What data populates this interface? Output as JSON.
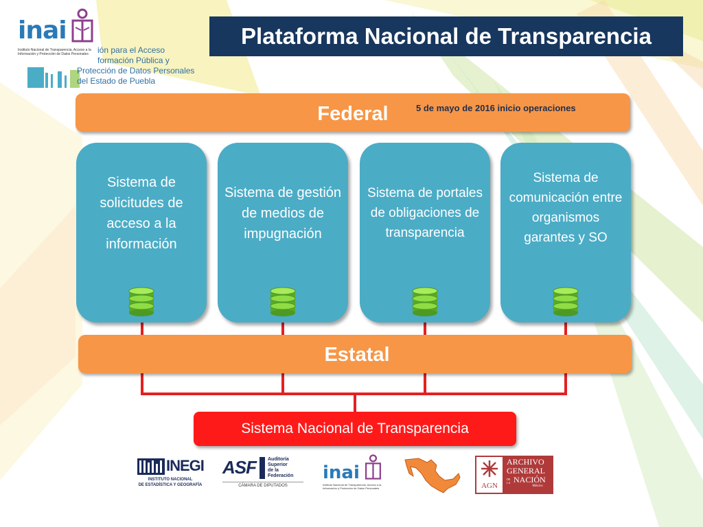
{
  "title": "Plataforma Nacional de Transparencia",
  "header_logo": {
    "brand": "inai",
    "subtitle": "Instituto Nacional de Transparencia, Acceso a la Información y Protección de Datos Personales",
    "org_lines": [
      "ión para el Acceso",
      "formación Pública y",
      "Protección de Datos Personales",
      "del Estado de Puebla"
    ]
  },
  "federal": {
    "label": "Federal",
    "date_note": "5 de mayo de 2016  inicio operaciones"
  },
  "systems": [
    {
      "label": "Sistema de solicitudes de acceso a la información"
    },
    {
      "label": "Sistema de gestión de medios de impugnación"
    },
    {
      "label": "Sistema de portales de obligaciones de transparencia"
    },
    {
      "label": "Sistema de comunicación entre organismos garantes y SO"
    }
  ],
  "estatal": {
    "label": "Estatal"
  },
  "national": {
    "label": "Sistema Nacional de Transparencia"
  },
  "footer_logos": {
    "inegi": {
      "name": "INEGI",
      "line1": "INSTITUTO NACIONAL",
      "line2": "DE ESTADÍSTICA Y GEOGRAFÍA"
    },
    "asf": {
      "name": "ASF",
      "line1": "Auditoría",
      "line2": "Superior",
      "line3": "de la Federación",
      "line4": "CÁMARA DE DIPUTADOS"
    },
    "inai": {
      "name": "inai",
      "subtitle": "Instituto Nacional de Transparencia, Acceso a la Información y Protección de Datos Personales"
    },
    "agn": {
      "line1": "ARCHIVO",
      "line2": "GENERAL",
      "line3": "NACIÓN",
      "abbr": "AGN",
      "country": "México",
      "de": "DE LA"
    }
  },
  "colors": {
    "title_bg": "#17375e",
    "orange": "#f79646",
    "teal": "#4bacc6",
    "red": "#ff1a1a",
    "db_green": "#7bd33a"
  }
}
